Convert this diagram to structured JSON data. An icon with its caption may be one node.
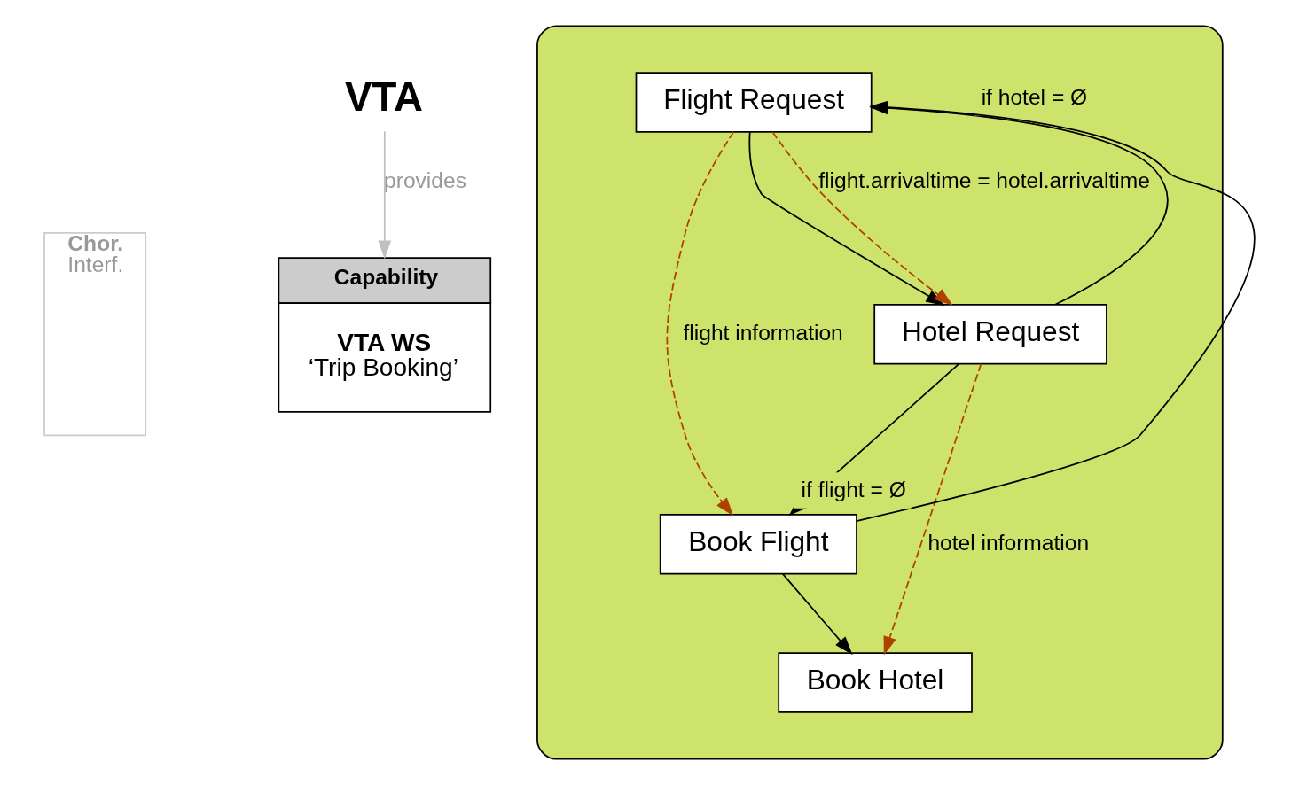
{
  "diagram": {
    "nodes": [
      {
        "text": [
          "VTA"
        ]
      },
      {
        "text": [
          "Capability",
          "VTA WS",
          "‘Trip Booking’"
        ]
      },
      {
        "text": [
          "Chor.",
          "Interf."
        ]
      },
      {
        "text": [],
        "shape": "ellipse"
      },
      {
        "text": [
          "Flight Request"
        ],
        "in": 3
      },
      {
        "text": [
          "Hotel Request"
        ],
        "in": 3
      },
      {
        "text": [
          "Book Flight"
        ],
        "in": 3
      },
      {
        "text": [
          "Book Hotel"
        ],
        "in": 3
      }
    ],
    "edges": [
      {
        "from": 0,
        "to": 1,
        "arrow": "to",
        "label": "provides",
        "color": "#c0c0c0"
      },
      {
        "from": 4,
        "to": 5,
        "arrow": "to"
      },
      {
        "from": 4,
        "to": 5,
        "arrow": "to",
        "label": "flight.arrivaltime = hotel.arrivaltime",
        "style": "dashed",
        "color": "#b04000"
      },
      {
        "from": 5,
        "to": 4,
        "arrow": "to",
        "label": "if hotel = Ø"
      },
      {
        "from": 6,
        "to": 4,
        "arrow": "to",
        "label": "if flight = Ø"
      },
      {
        "from": 5,
        "to": 6,
        "arrow": "to"
      },
      {
        "from": 4,
        "to": 6,
        "arrow": "to",
        "label": "flight information",
        "style": "dashed",
        "color": "#b04000"
      },
      {
        "from": 6,
        "to": 7,
        "arrow": "to"
      },
      {
        "from": 5,
        "to": 7,
        "arrow": "to",
        "label": "hotel information",
        "style": "dashed",
        "color": "#b04000"
      }
    ]
  }
}
